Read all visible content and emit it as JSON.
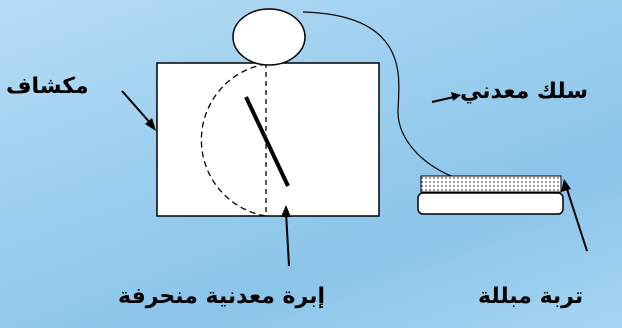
{
  "labels": {
    "detector": "مكشاف",
    "wire": "سلك معدني",
    "needle": "إبرة معدنية منحرفة",
    "soil": "تربة مبللة"
  },
  "colors": {
    "background": "#9fd0ef",
    "line": "#000000",
    "fill": "#ffffff"
  }
}
